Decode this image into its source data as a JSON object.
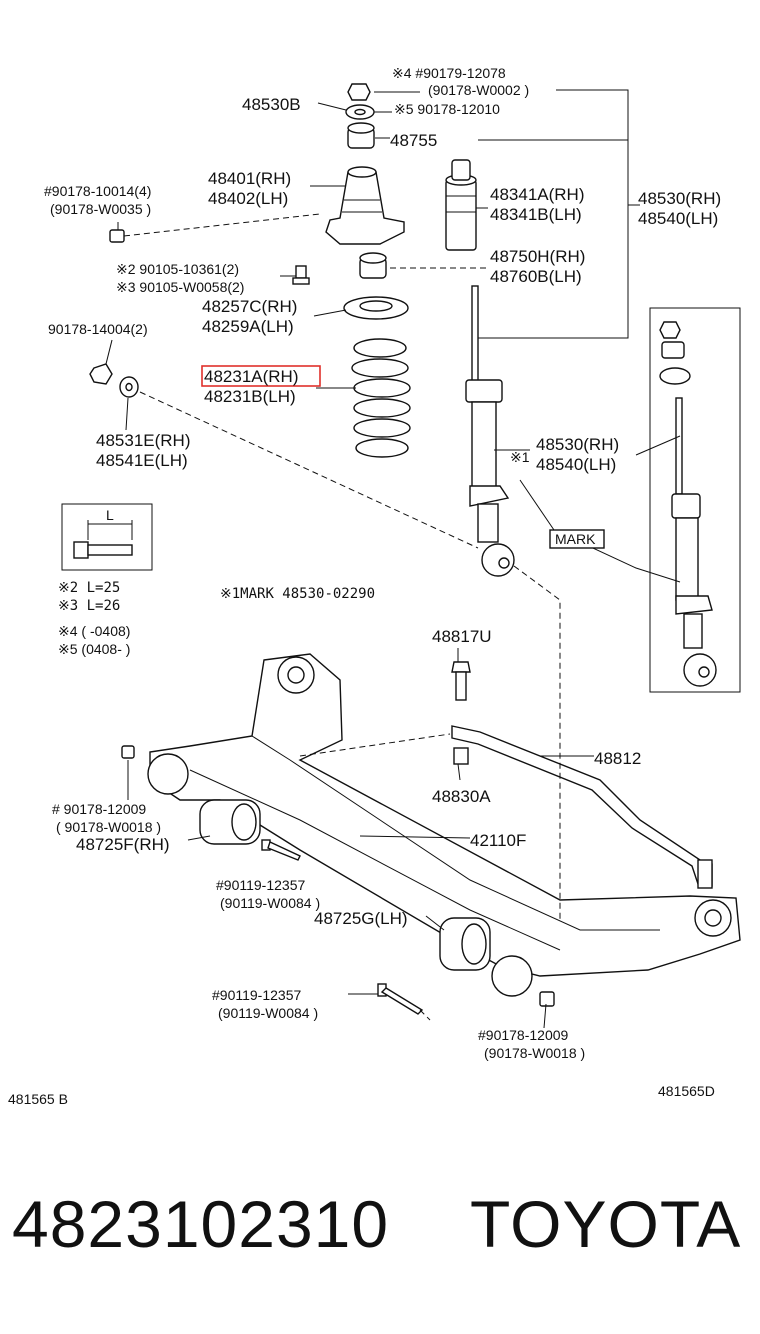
{
  "labels": {
    "n4_top": "※4 #90179-12078",
    "n4_top_alt": "(90178-W0002 )",
    "n5_top": "※5  90178-12010",
    "p48530B": "48530B",
    "p48755": "48755",
    "p48401": "48401(RH)",
    "p48402": "48402(LH)",
    "p48341A": "48341A(RH)",
    "p48341B": "48341B(LH)",
    "p48530": "48530(RH)",
    "p48540": "48540(LH)",
    "p90178_10014": "#90178-10014(4)",
    "p90178_W0035": "(90178-W0035 )",
    "p48750H": "48750H(RH)",
    "p48760B": "48760B(LH)",
    "n2_bolt": "※2 90105-10361(2)",
    "n3_bolt": "※3 90105-W0058(2)",
    "p48257C": "48257C(RH)",
    "p48259A": "48259A(LH)",
    "p90178_14004": "90178-14004(2)",
    "p48231A": "48231A(RH)",
    "p48231B": "48231B(LH)",
    "p48531E": "48531E(RH)",
    "p48541E": "48541E(LH)",
    "p48530_mid": "48530(RH)",
    "p48540_mid": "48540(LH)",
    "n1_mark": "※1",
    "mark": "MARK",
    "bolt_L": "L",
    "note2": "※2 L=25",
    "note3": "※3 L=26",
    "mark_note": "※1MARK  48530-02290",
    "note4": "※4 (      -0408)",
    "note5": "※5 (0408-      )",
    "p48817U": "48817U",
    "p48812": "48812",
    "p48830A": "48830A",
    "p90178_12009_l": "# 90178-12009",
    "p90178_W0018_l": "( 90178-W0018 )",
    "p48725F": "48725F(RH)",
    "p42110F": "42110F",
    "p90119_12357_a": "#90119-12357",
    "p90119_W0084_a": "(90119-W0084 )",
    "p48725G": "48725G(LH)",
    "p90119_12357_b": "#90119-12357",
    "p90119_W0084_b": "(90119-W0084 )",
    "p90178_12009_r": "#90178-12009",
    "p90178_W0018_r": "(90178-W0018 )",
    "code_left": "481565  B",
    "code_right": "481565D"
  },
  "footer": {
    "part_number": "4823102310",
    "brand": "TOYOTA"
  },
  "colors": {
    "highlight": "#e0302b",
    "ink": "#111111"
  }
}
